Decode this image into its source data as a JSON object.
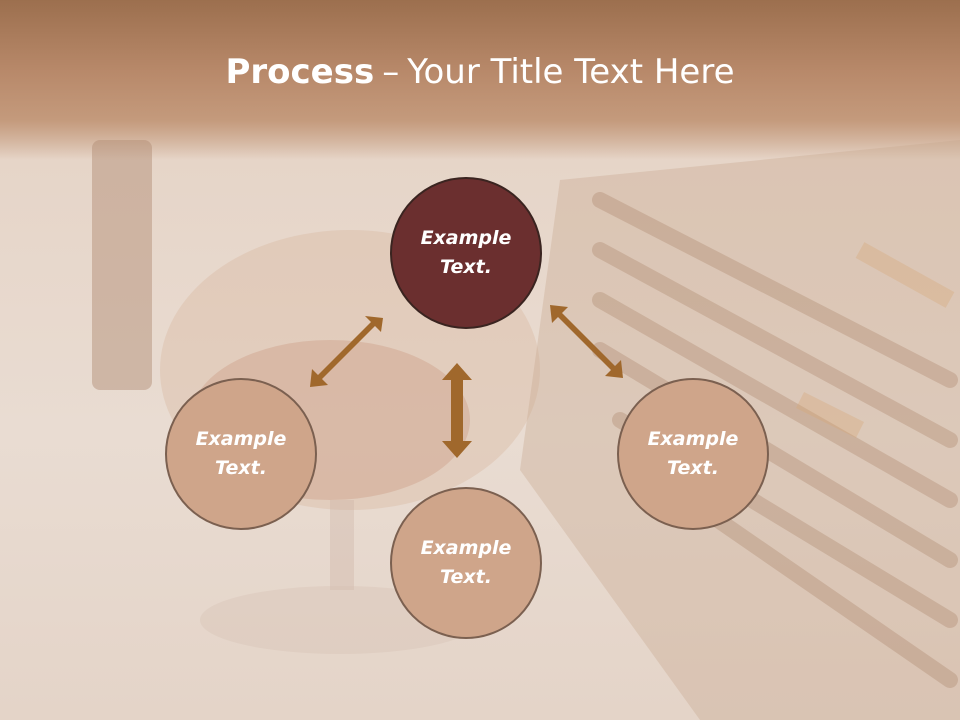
{
  "slide": {
    "title_bold": "Process",
    "title_sep": "–",
    "title_rest": "Your Title Text Here"
  },
  "nodes": {
    "top": "Example Text.",
    "left": "Example Text.",
    "right": "Example Text.",
    "bottom": "Example Text."
  },
  "colors": {
    "center_fill": "#6b2f2f",
    "satellite_fill": "#cfa58a",
    "arrow": "#a0682c"
  }
}
